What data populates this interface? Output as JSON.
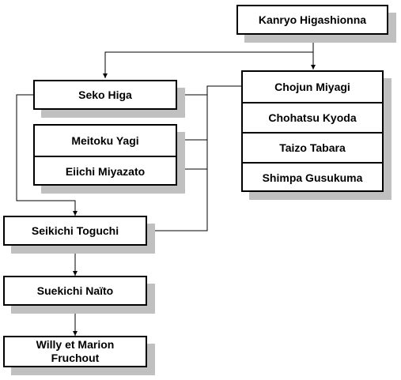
{
  "diagram": {
    "nodes": {
      "kanryo": "Kanryo Higashionna",
      "seko": "Seko Higa",
      "chojun_group": [
        "Chojun Miyagi",
        "Chohatsu Kyoda",
        "Taizo Tabara",
        "Shimpa Gusukuma"
      ],
      "meitoku_group": [
        "Meitoku Yagi",
        "Eiichi Miyazato"
      ],
      "seikichi": "Seikichi Toguchi",
      "suekichi": "Suekichi Naïto",
      "willy": "Willy et Marion\nFruchout"
    },
    "line_color": "#000000",
    "shadow_color": "#c0c0c0"
  }
}
